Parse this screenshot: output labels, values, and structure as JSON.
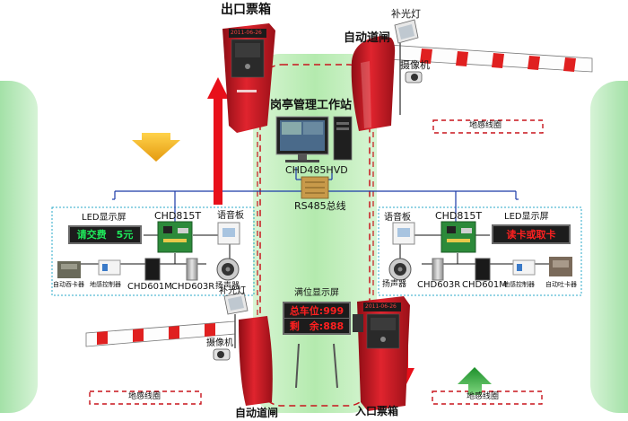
{
  "labels": {
    "exit_ticket_box": "出口票箱",
    "auto_gate_top": "自动道闸",
    "fill_light_top": "补光灯",
    "camera_top": "摄像机",
    "loop_top_right": "地感线圈",
    "workstation": "岗亭管理工作站",
    "converter": "CHD485HVD",
    "rs485_bus": "RS485总线",
    "left": {
      "led_caption": "LED显示屏",
      "controller": "CHD815T",
      "voice_board": "语音板",
      "card_swallower": "自动吞卡器",
      "loop_controller": "地感控制器",
      "reader_long": "CHD601M",
      "reader_short": "CHD603R",
      "speaker": "扬声器"
    },
    "right": {
      "voice_board": "语音板",
      "controller": "CHD815T",
      "led_caption": "LED显示屏",
      "speaker": "扬声器",
      "reader_short": "CHD603R",
      "reader_long": "CHD601M",
      "loop_controller": "地感控制器",
      "card_dispenser": "自动吐卡器"
    },
    "full_display": "满位显示屏",
    "fill_light_bottom": "补光灯",
    "camera_bottom": "摄像机",
    "loop_bottom_left": "地感线圈",
    "auto_gate_bottom": "自动道闸",
    "entry_ticket_box": "入口票箱",
    "loop_bottom_right": "地感线圈"
  },
  "led_text": {
    "left_pay": "请交费　5元",
    "right_card": "读卡或取卡",
    "full_line1": "总车位:999",
    "full_line2": "剩　余:888",
    "kiosk_date": "2011-06-26"
  },
  "colors": {
    "lane_green": "#b9ecb5",
    "kiosk_red": "#d01f2a",
    "arrow_red": "#e8101a",
    "arrow_yellow": "#f2b21a",
    "arrow_green": "#2fa83a",
    "bus_blue": "#1a3aa8",
    "led_red": "#ff2020",
    "led_green": "#1ee85a"
  }
}
